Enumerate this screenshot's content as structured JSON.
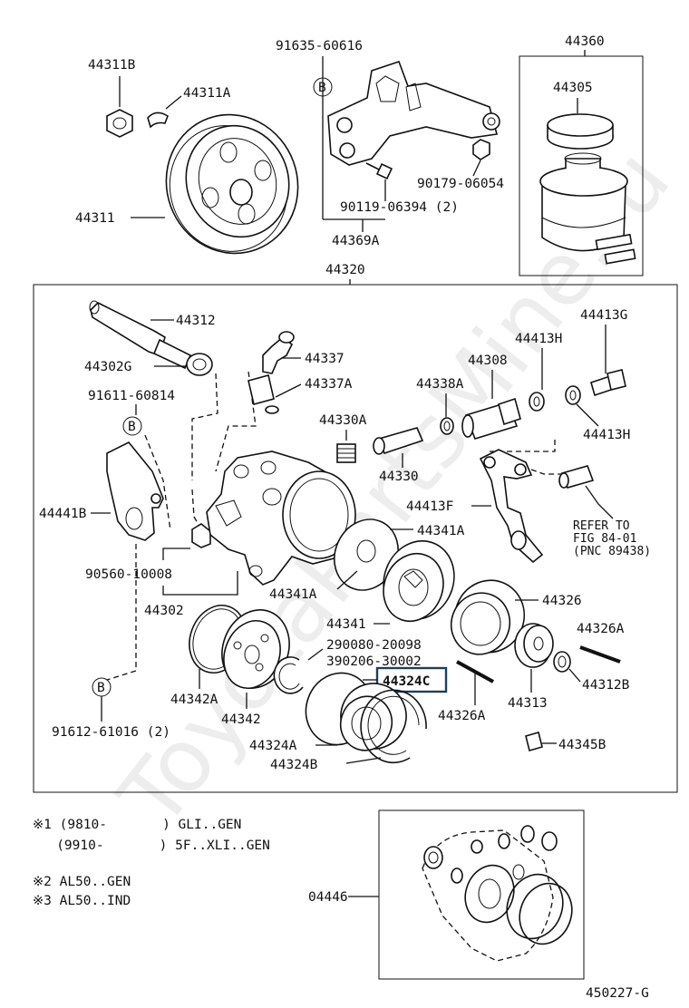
{
  "diagram_id": "450227-G",
  "watermark": "ToyotaPartsMine.ru",
  "highlighted_part": "44324C",
  "parts": {
    "p44311B": "44311B",
    "p44311A": "44311A",
    "p44311": "44311",
    "p91635": "91635-60616",
    "p90179": "90179-06054",
    "p90119": "90119-06394 (2)",
    "p44369A": "44369A",
    "p44360": "44360",
    "p44305": "44305",
    "p44320": "44320",
    "p44312": "44312",
    "p44302G": "44302G",
    "p91611": "91611-60814",
    "p44441B": "44441B",
    "p90560": "90560-10008",
    "p44302": "44302",
    "p91612": "91612-61016 (2)",
    "p44337": "44337",
    "p44337A": "44337A",
    "p44330A": "44330A",
    "p44330": "44330",
    "p44338A": "44338A",
    "p44308": "44308",
    "p44413H_top": "44413H",
    "p44413G": "44413G",
    "p44413H_right": "44413H",
    "p44413F": "44413F",
    "p44341A_right": "44341A",
    "p44341A_left": "44341A",
    "p44341": "44341",
    "p44326": "44326",
    "p44326A_right": "44326A",
    "p44312B": "44312B",
    "p44313": "44313",
    "p44326A_low": "44326A",
    "p90080": "290080-20098",
    "p90206": "390206-30002",
    "p44324C": "44324C",
    "p44342A": "44342A",
    "p44342": "44342",
    "p44324A": "44324A",
    "p44324B": "44324B",
    "p44345B": "44345B",
    "p04446": "04446"
  },
  "refer": {
    "line1": "REFER TO",
    "line2": "FIG 84-01",
    "line3": "(PNC 89438)"
  },
  "marks": {
    "star": "※",
    "star1": "※1",
    "star2": "※2",
    "star3": "※3",
    "b": "B"
  },
  "notes": {
    "n1a": "※1 (9810-       ) GLI..GEN",
    "n1b": "   (9910-       ) 5F..XLI..GEN",
    "n2": "※2 AL50..GEN",
    "n3": "※3 AL50..IND"
  }
}
